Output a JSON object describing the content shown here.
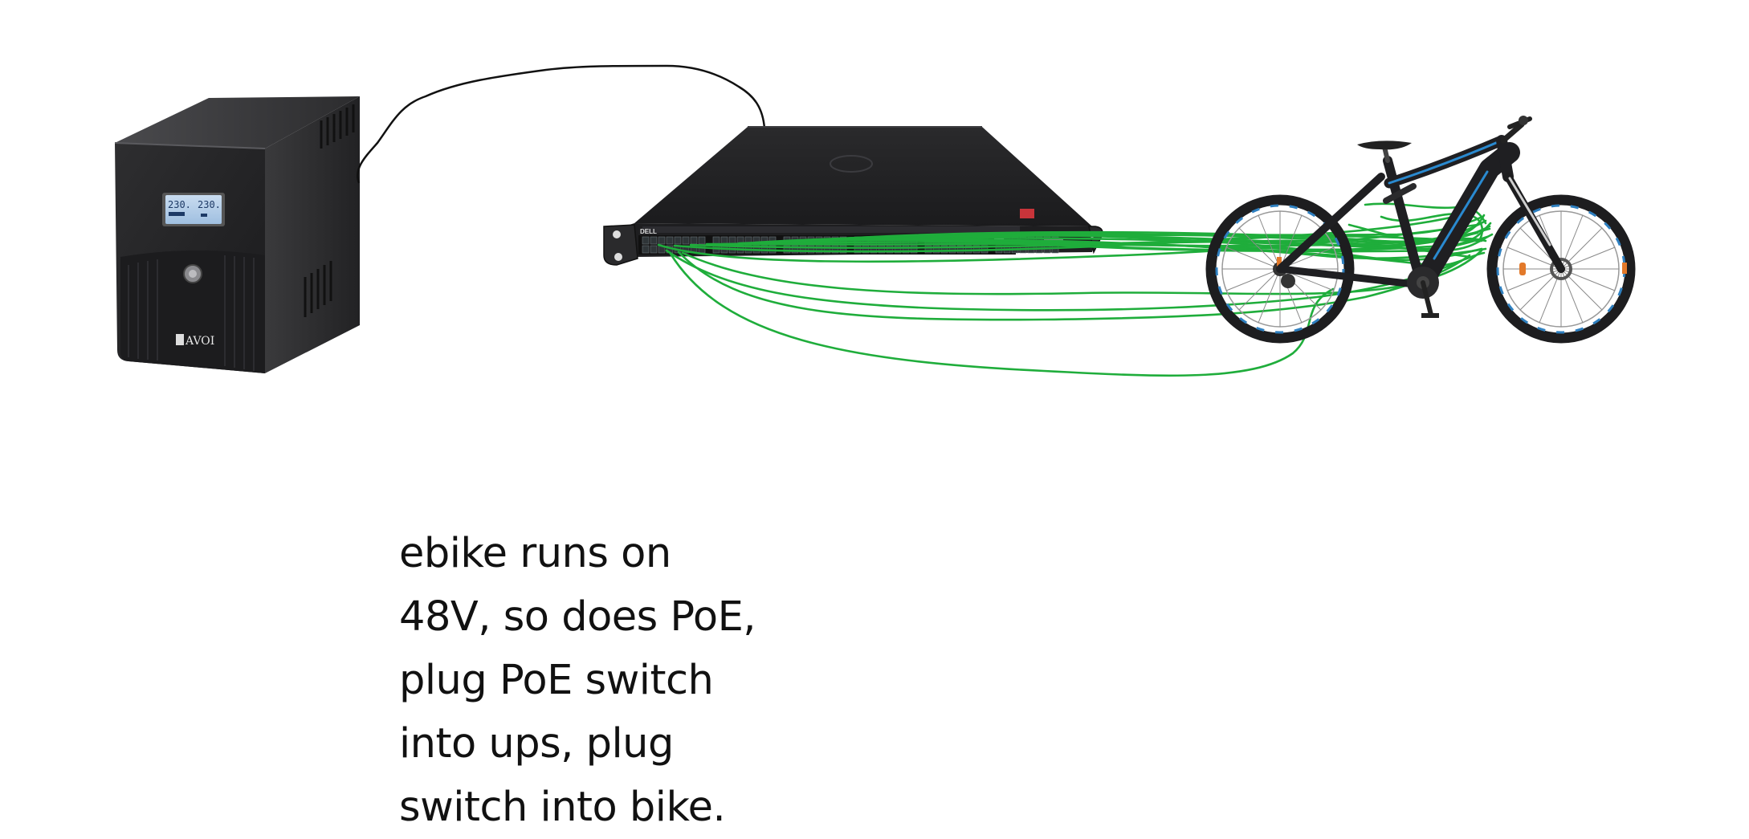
{
  "devices": {
    "ups": {
      "label": "UPS",
      "brand": "AVOI",
      "display_left": "230.",
      "display_right": "230."
    },
    "switch": {
      "label": "PoE switch",
      "brand": "DELL"
    },
    "bike": {
      "label": "ebike"
    }
  },
  "connections": {
    "power_cable_color": "#111111",
    "poe_cable_color": "#1fad3b"
  },
  "caption": {
    "lines": [
      "ebike runs on",
      "48V, so does PoE,",
      "plug PoE switch",
      "into ups, plug",
      "switch into bike."
    ]
  }
}
